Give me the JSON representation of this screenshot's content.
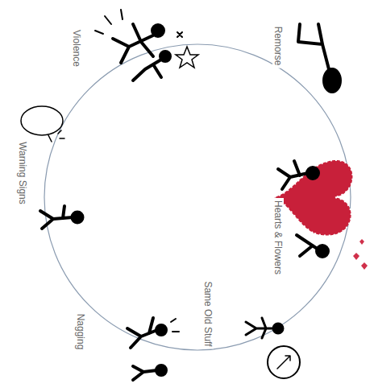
{
  "diagram": {
    "labels": [
      "Violence",
      "Remorse",
      "Hearts & Flowers",
      "Same Old Stuff",
      "Nagging",
      "Warning Signs"
    ]
  }
}
